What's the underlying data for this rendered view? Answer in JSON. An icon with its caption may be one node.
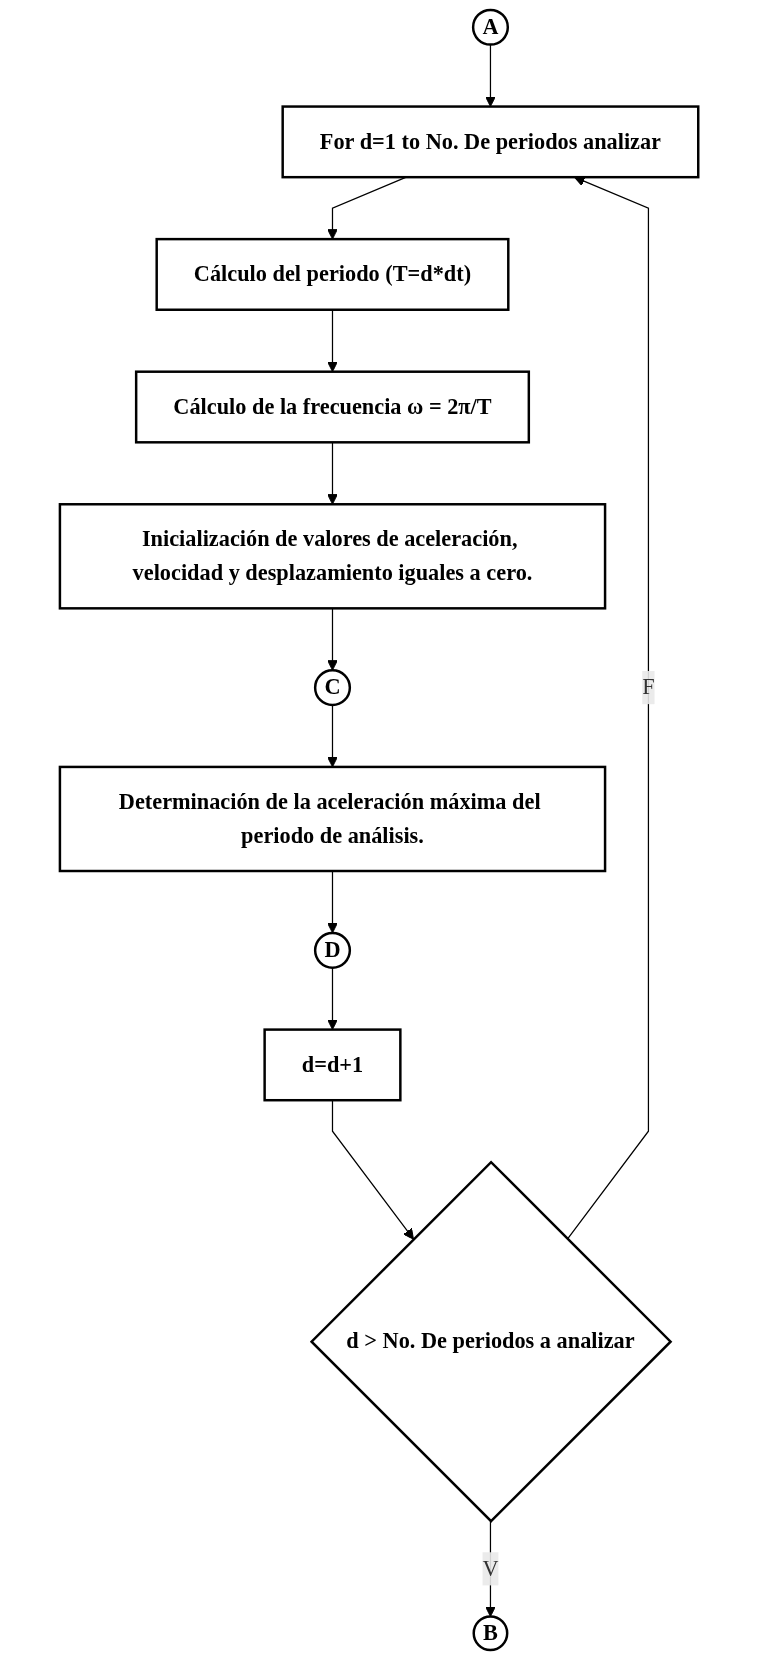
{
  "diagram": {
    "nodes": [
      {
        "text": [
          "A"
        ]
      },
      {
        "text": [
          "For d=1 to No. De periodos analizar"
        ]
      },
      {
        "text": [
          "Cálculo del periodo (T=d*dt)"
        ]
      },
      {
        "text": [
          "Cálculo de la frecuencia ω = 2π/T"
        ]
      },
      {
        "text": [
          "Inicialización de valores de aceleración, velocidad y desplazamiento iguales a cero."
        ]
      },
      {
        "text": [
          "C"
        ]
      },
      {
        "text": [
          "Determinación de la aceleración máxima del periodo de análisis."
        ]
      },
      {
        "text": [
          "D"
        ]
      },
      {
        "text": [
          "d=d+1"
        ]
      },
      {
        "text": [
          "d > No. De periodos a analizar"
        ]
      },
      {
        "text": [
          "B"
        ]
      }
    ],
    "edges": [
      {
        "from": 0,
        "to": 1,
        "arrow": "to"
      },
      {
        "from": 1,
        "to": 2,
        "arrow": "to"
      },
      {
        "from": 2,
        "to": 3,
        "arrow": "to"
      },
      {
        "from": 3,
        "to": 4,
        "arrow": "to"
      },
      {
        "from": 4,
        "to": 5,
        "arrow": "to"
      },
      {
        "from": 5,
        "to": 6,
        "arrow": "to"
      },
      {
        "from": 6,
        "to": 7,
        "arrow": "to"
      },
      {
        "from": 7,
        "to": 8,
        "arrow": "to"
      },
      {
        "from": 8,
        "to": 9,
        "arrow": "to"
      },
      {
        "from": 9,
        "to": 1,
        "label": "F",
        "arrow": "to"
      },
      {
        "from": 9,
        "to": 10,
        "label": "V",
        "arrow": "to"
      }
    ]
  }
}
